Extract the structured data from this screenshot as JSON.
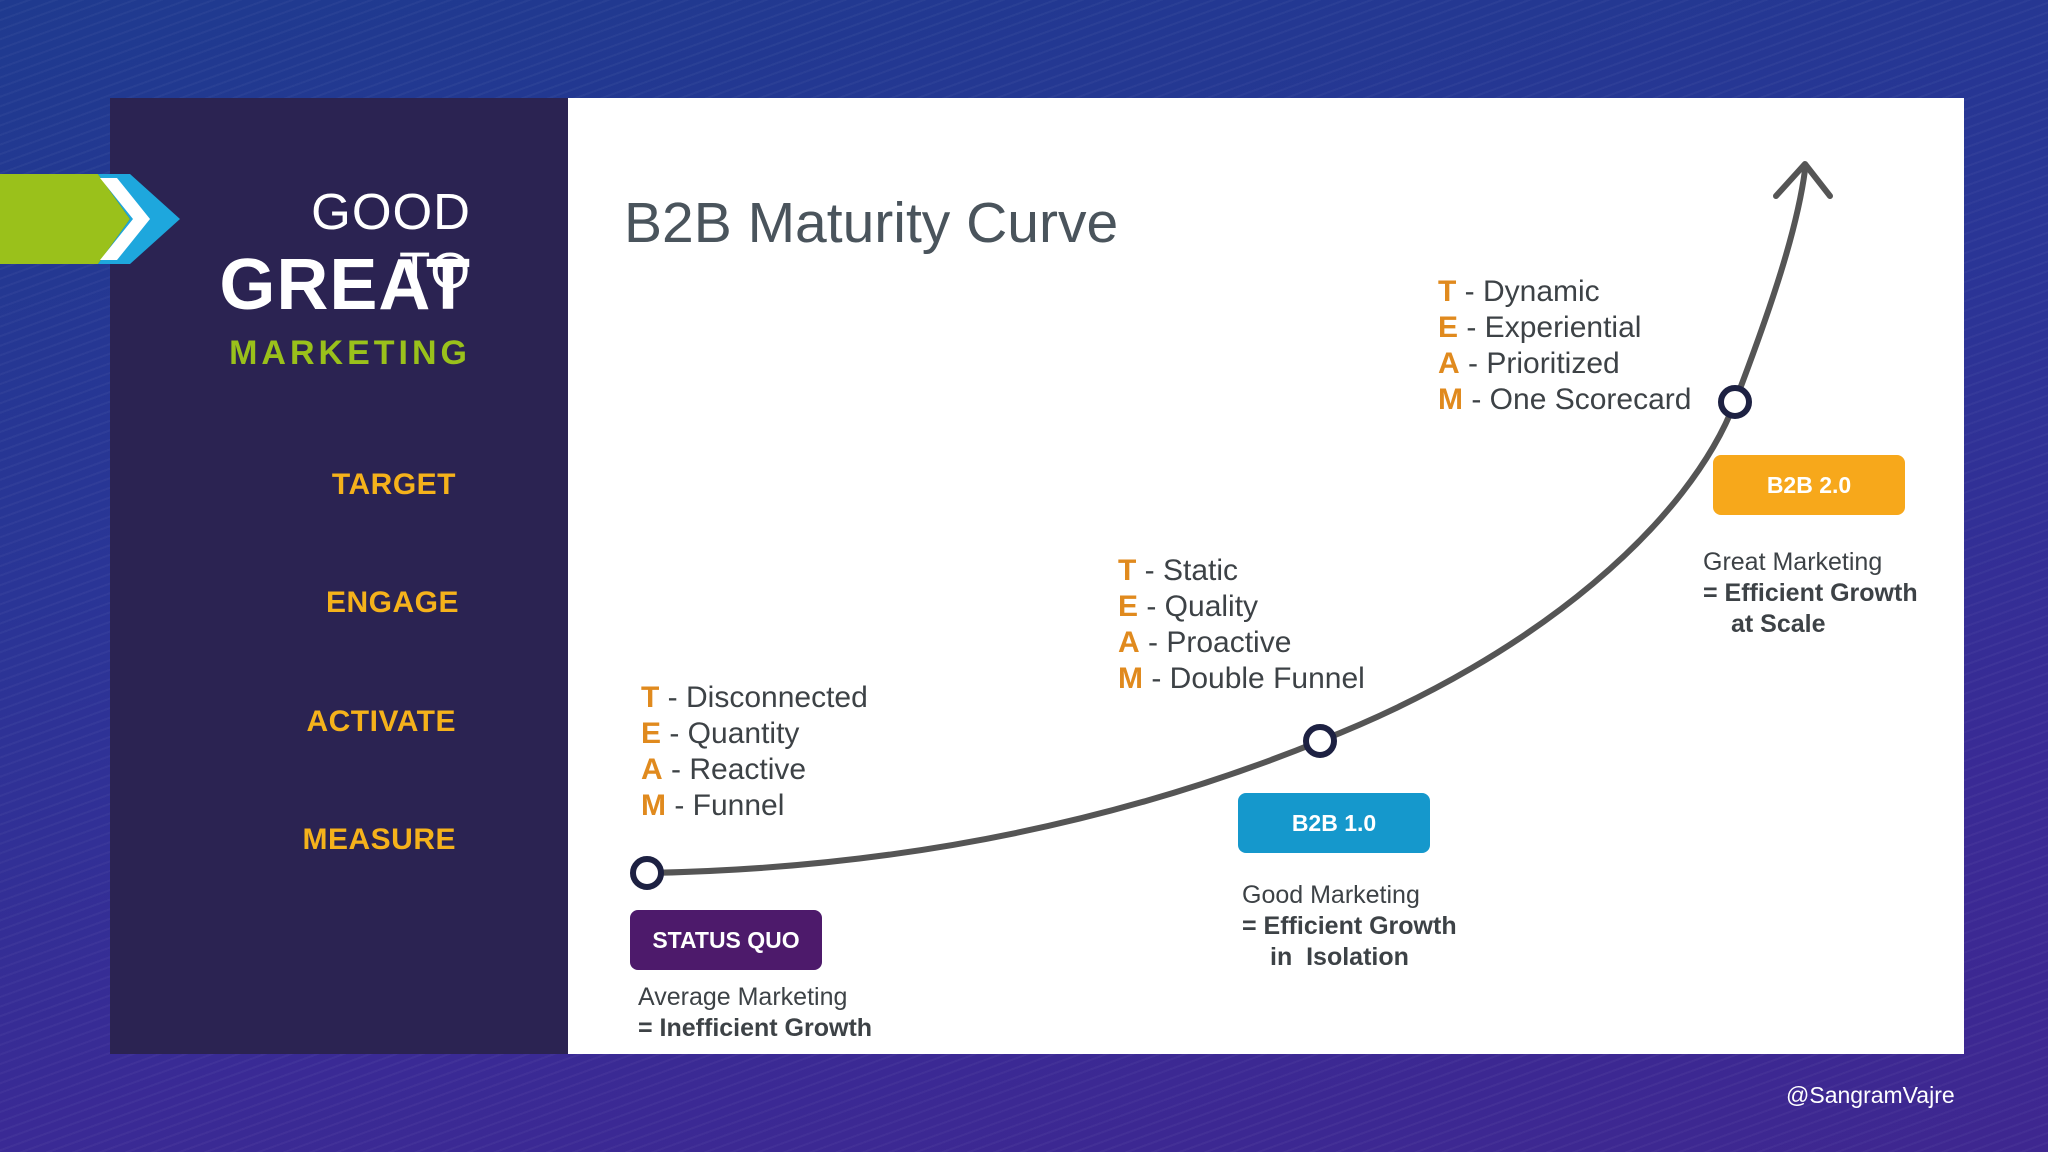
{
  "brand": {
    "line1": "GOOD TO",
    "line2": "GREAT",
    "line3": "MARKETING"
  },
  "nav": [
    "TARGET",
    "ENGAGE",
    "ACTIVATE",
    "MEASURE"
  ],
  "title": "B2B Maturity Curve",
  "stages": [
    {
      "badge": "STATUS QUO",
      "badge_color": "#4d1a6b",
      "desc_line1": "Average Marketing",
      "desc_line2": "= Inefficient Growth",
      "desc_line3": "",
      "team": [
        {
          "letter": "T",
          "text": "- Disconnected"
        },
        {
          "letter": "E",
          "text": "- Quantity"
        },
        {
          "letter": "A",
          "text": "- Reactive"
        },
        {
          "letter": "M",
          "text": "- Funnel"
        }
      ]
    },
    {
      "badge": "B2B 1.0",
      "badge_color": "#1598cc",
      "desc_line1": "Good Marketing",
      "desc_line2": "= Efficient Growth",
      "desc_line3": "in  Isolation",
      "team": [
        {
          "letter": "T",
          "text": "- Static"
        },
        {
          "letter": "E",
          "text": "- Quality"
        },
        {
          "letter": "A",
          "text": "- Proactive"
        },
        {
          "letter": "M",
          "text": "- Double Funnel"
        }
      ]
    },
    {
      "badge": "B2B 2.0",
      "badge_color": "#f7a81b",
      "desc_line1": "Great Marketing",
      "desc_line2": "= Efficient Growth",
      "desc_line3": "at Scale",
      "team": [
        {
          "letter": "T",
          "text": "- Dynamic"
        },
        {
          "letter": "E",
          "text": "- Experiential"
        },
        {
          "letter": "A",
          "text": "- Prioritized"
        },
        {
          "letter": "M",
          "text": "- One Scorecard"
        }
      ]
    }
  ],
  "handle": "@SangramVajre",
  "colors": {
    "accent_green": "#9ac11b",
    "accent_blue": "#1ea7dd",
    "nav_yellow": "#f5b21b",
    "team_letter": "#e08a1e",
    "sidebar": "#2b2352"
  }
}
